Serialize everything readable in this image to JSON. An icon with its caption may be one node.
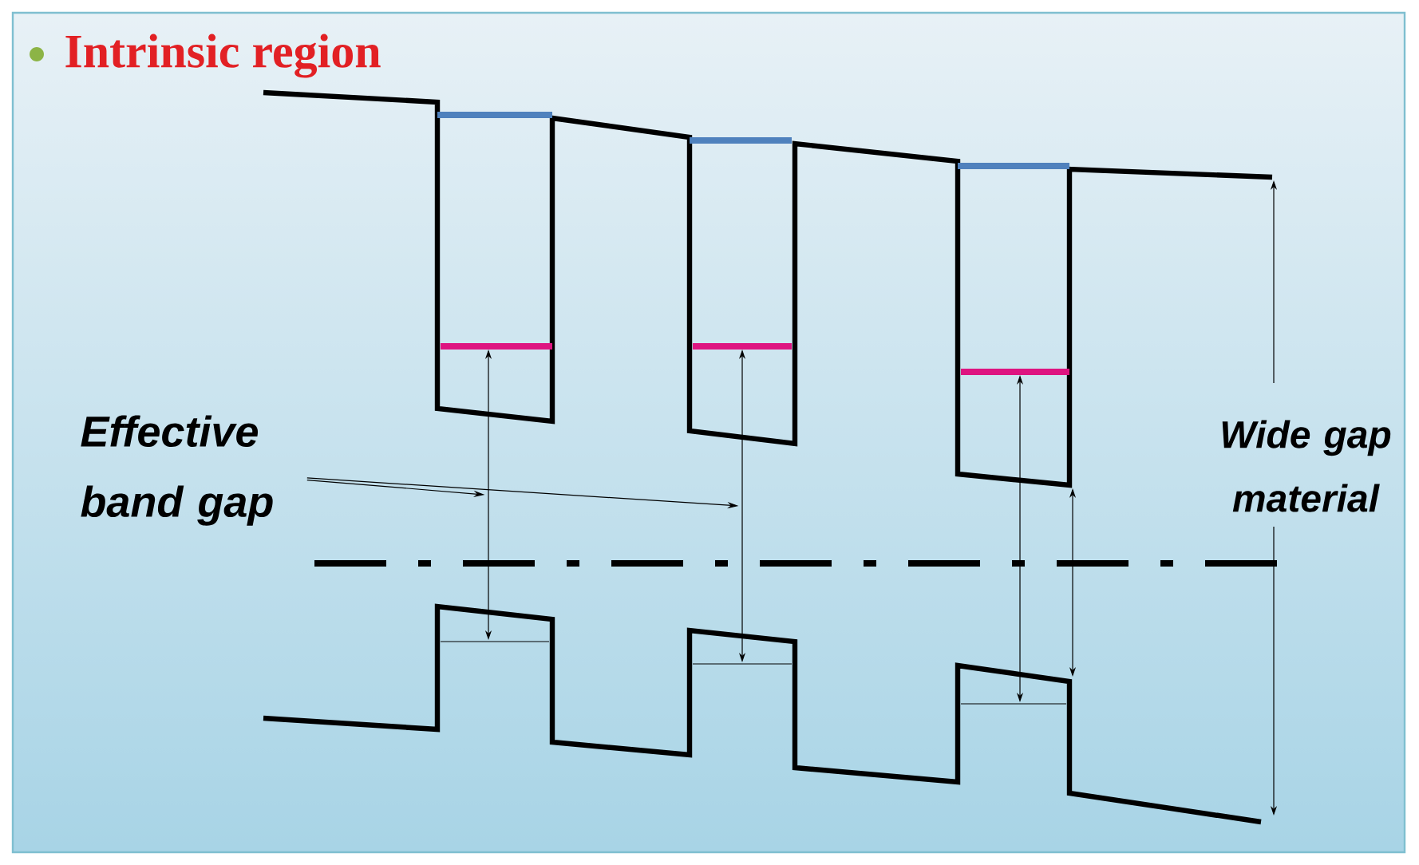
{
  "diagram": {
    "title": "Intrinsic region",
    "nodes": [
      {
        "text": [
          "Effective band gap"
        ]
      },
      {
        "text": [],
        "shape": "arrow"
      },
      {
        "text": [],
        "shape": "arrow"
      }
    ],
    "edges": [
      {
        "from": 0,
        "to": 1,
        "arrow": "to"
      },
      {
        "from": 0,
        "to": 2,
        "arrow": "to"
      }
    ],
    "labels": [
      "Wide gap material"
    ]
  }
}
